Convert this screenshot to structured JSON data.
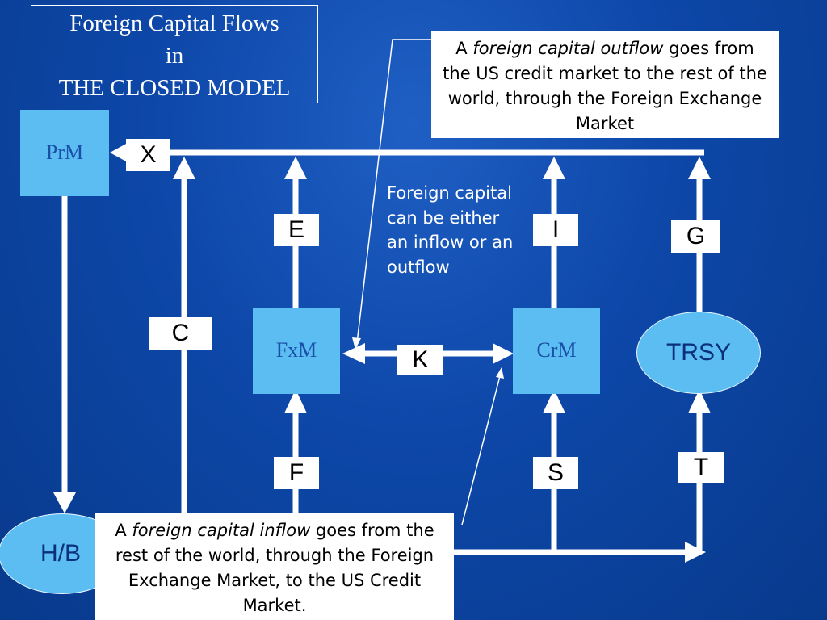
{
  "title": {
    "line1": "Foreign Capital Flows",
    "line2": "in",
    "line3": "THE CLOSED MODEL"
  },
  "nodes": {
    "prm": "PrM",
    "fxm": "FxM",
    "crm": "CrM",
    "trsy": "TRSY",
    "hb": "H/B"
  },
  "flows": {
    "x": "X",
    "c": "C",
    "e": "E",
    "f": "F",
    "k": "K",
    "i": "I",
    "s": "S",
    "g": "G",
    "t": "T"
  },
  "notes": {
    "outflow": {
      "prefix": "A ",
      "emphasis": "foreign capital outflow",
      "suffix": " goes from the US credit market to the rest of the world, through the Foreign Exchange Market"
    },
    "middle": "Foreign capital can be either an inflow or an outflow",
    "inflow": {
      "prefix": "A ",
      "emphasis": "foreign capital inflow",
      "suffix": " goes from the rest of the world, through the Foreign Exchange Market, to the US Credit Market."
    }
  },
  "colors": {
    "background": "#0d47a8",
    "node_fill": "#5bbdf2",
    "node_text": "#1a4fa8",
    "line": "#ffffff"
  }
}
